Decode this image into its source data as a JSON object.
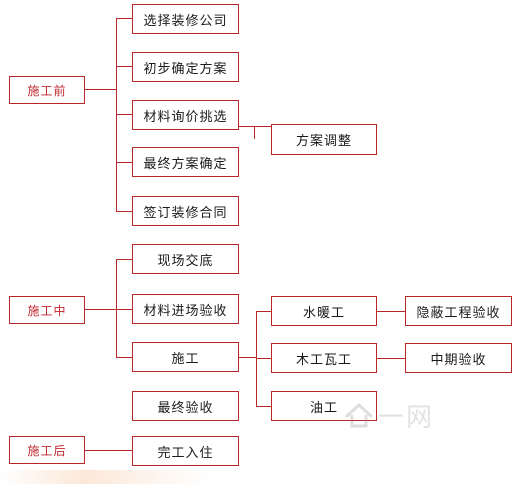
{
  "phases": {
    "before": "施工前",
    "during": "施工中",
    "after": "施工后"
  },
  "steps": {
    "choose_company": "选择装修公司",
    "preliminary_plan": "初步确定方案",
    "material_selection": "材料询价挑选",
    "plan_adjustment": "方案调整",
    "final_plan": "最终方案确定",
    "sign_contract": "签订装修合同",
    "site_handover": "现场交底",
    "material_acceptance": "材料进场验收",
    "construction": "施工",
    "final_acceptance": "最终验收",
    "move_in": "完工入住"
  },
  "trades": {
    "plumbing_heating": "水暖工",
    "carpentry_tiling": "木工瓦工",
    "painting": "油工"
  },
  "inspections": {
    "hidden_works": "隐蔽工程验收",
    "mid_term": "中期验收"
  },
  "watermark": {
    "text": "一网"
  },
  "colors": {
    "border": "#b8262a",
    "phase_text": "#c0272d",
    "node_text": "#1a1a1a"
  }
}
